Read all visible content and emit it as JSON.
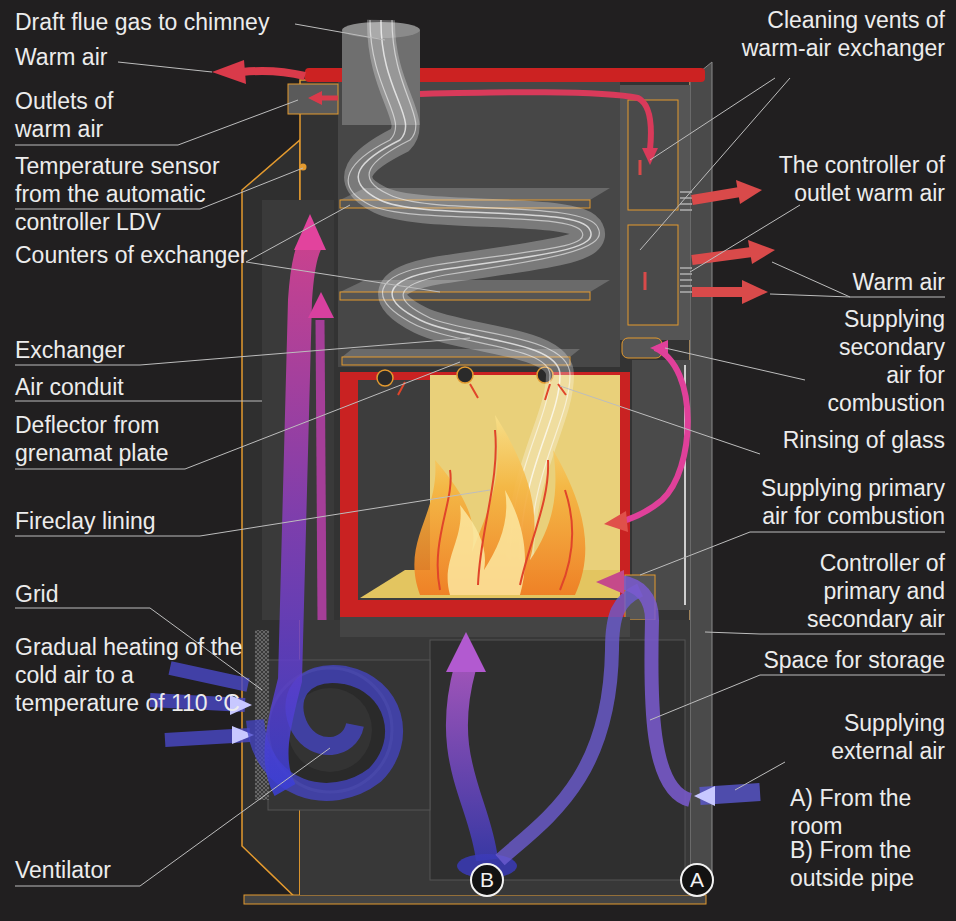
{
  "diagram": {
    "nodes": [
      {
        "text": [
          "B"
        ]
      },
      {
        "text": [
          "A"
        ]
      }
    ],
    "labels": [
      "Draft flue gas to chimney",
      "Warm air",
      "Cleaning vents of warm-air exchanger",
      "Outlets of warm air",
      "Temperature sensor from the automatic controller LDV",
      "The controller of outlet warm air",
      "Counters of exchanger",
      "Warm air",
      "Supplying secondary air for combustion",
      "Exchanger",
      "Air conduit",
      "Deflector from grenamat plate",
      "Rinsing of glass",
      "Supplying primary air for combustion",
      "Fireclay lining",
      "Controller of primary and secondary air",
      "Grid",
      "Space for storage",
      "Gradual heating of the cold air to a temperature of 110 °C",
      "Supplying external air",
      "A) From the room",
      "B) From the outside pipe",
      "Ventilator"
    ]
  }
}
